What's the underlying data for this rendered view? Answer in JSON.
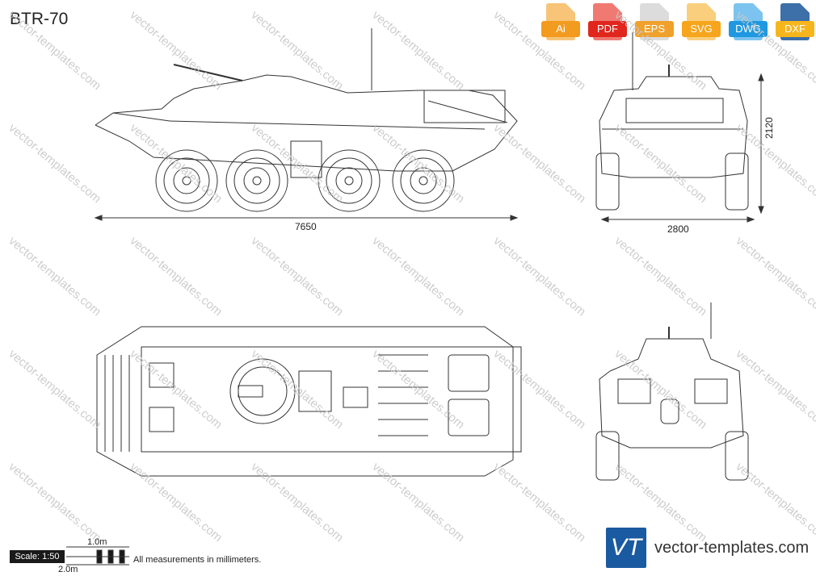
{
  "title": "BTR-70",
  "formats": [
    {
      "label": "Ai",
      "color": "#f39b1f"
    },
    {
      "label": "PDF",
      "color": "#e0261d"
    },
    {
      "label": "EPS",
      "color": "#f0a12c"
    },
    {
      "label": "SVG",
      "color": "#f6a51d"
    },
    {
      "label": "DWG",
      "color": "#1e98e0"
    },
    {
      "label": "DXF",
      "color": "#1a4f8a"
    }
  ],
  "dimensions": {
    "length": "7650",
    "width": "2800",
    "height": "2120"
  },
  "scale": {
    "label": "Scale: 1:50",
    "one_meter": "1.0m",
    "two_meter": "2.0m",
    "note": "All measurements in millimeters."
  },
  "brand": {
    "logo": "VT",
    "site": "vector-templates.com"
  },
  "watermark": "vector-templates.com"
}
